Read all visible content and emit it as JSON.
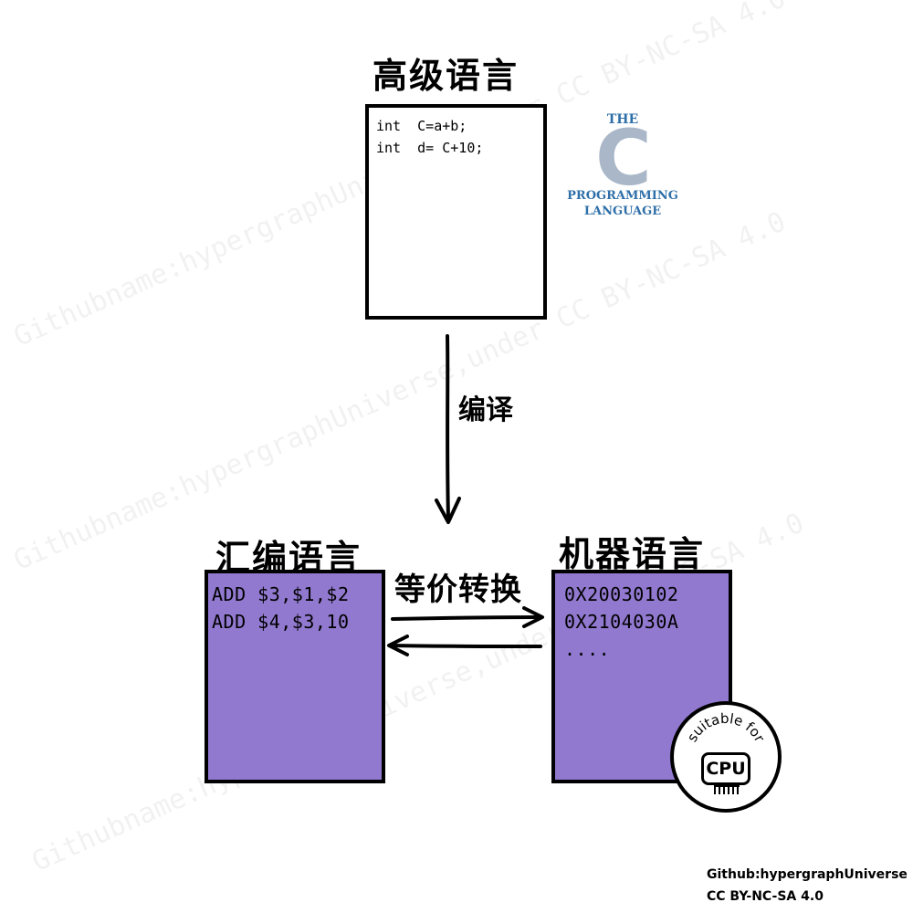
{
  "watermark": "Githubname:hypergraphUniverse,under CC BY-NC-SA 4.0",
  "high_level": {
    "title": "高级语言",
    "code": [
      "int  C=a+b;",
      "int  d= C+10;"
    ]
  },
  "c_logo": {
    "the": "THE",
    "letter": "C",
    "line1": "PROGRAMMING",
    "line2": "LANGUAGE"
  },
  "compile_label": "编译",
  "assembly": {
    "title": "汇编语言",
    "code": [
      "ADD $3,$1,$2",
      "ADD $4,$3,10"
    ]
  },
  "equivalent_label": "等价转换",
  "machine": {
    "title": "机器语言",
    "code": [
      "0X20030102",
      "0X2104030A",
      "...."
    ]
  },
  "cpu_badge": {
    "curved_text": "suitable for",
    "chip_label": "CPU"
  },
  "credit": {
    "line1": "Github:hypergraphUniverse",
    "line2": "CC BY-NC-SA 4.0"
  },
  "colors": {
    "purple_box": "#9179cf",
    "c_logo_blue": "#2f6fa9",
    "c_logo_gray": "#a9b7c9"
  }
}
